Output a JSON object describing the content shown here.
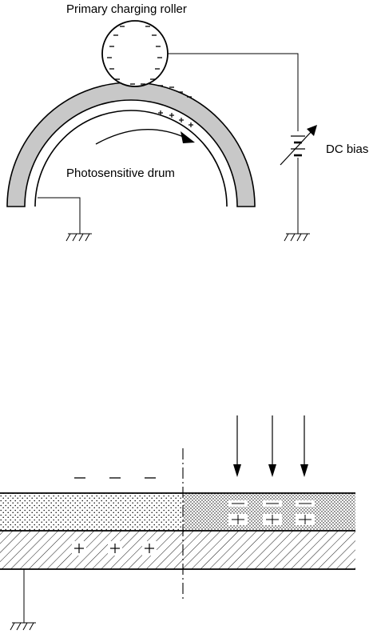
{
  "labels": {
    "roller": "Primary charging roller",
    "bias": "DC bias",
    "drum": "Photosensitive drum"
  },
  "colors": {
    "line": "#000000",
    "drum_coating": "#c8c8c8",
    "background": "#ffffff"
  },
  "signs": {
    "negative": "–",
    "positive": "+"
  },
  "icons": [
    "ground-icon",
    "variable-battery-icon",
    "rotation-arrow-icon",
    "exposure-arrow-icon"
  ]
}
